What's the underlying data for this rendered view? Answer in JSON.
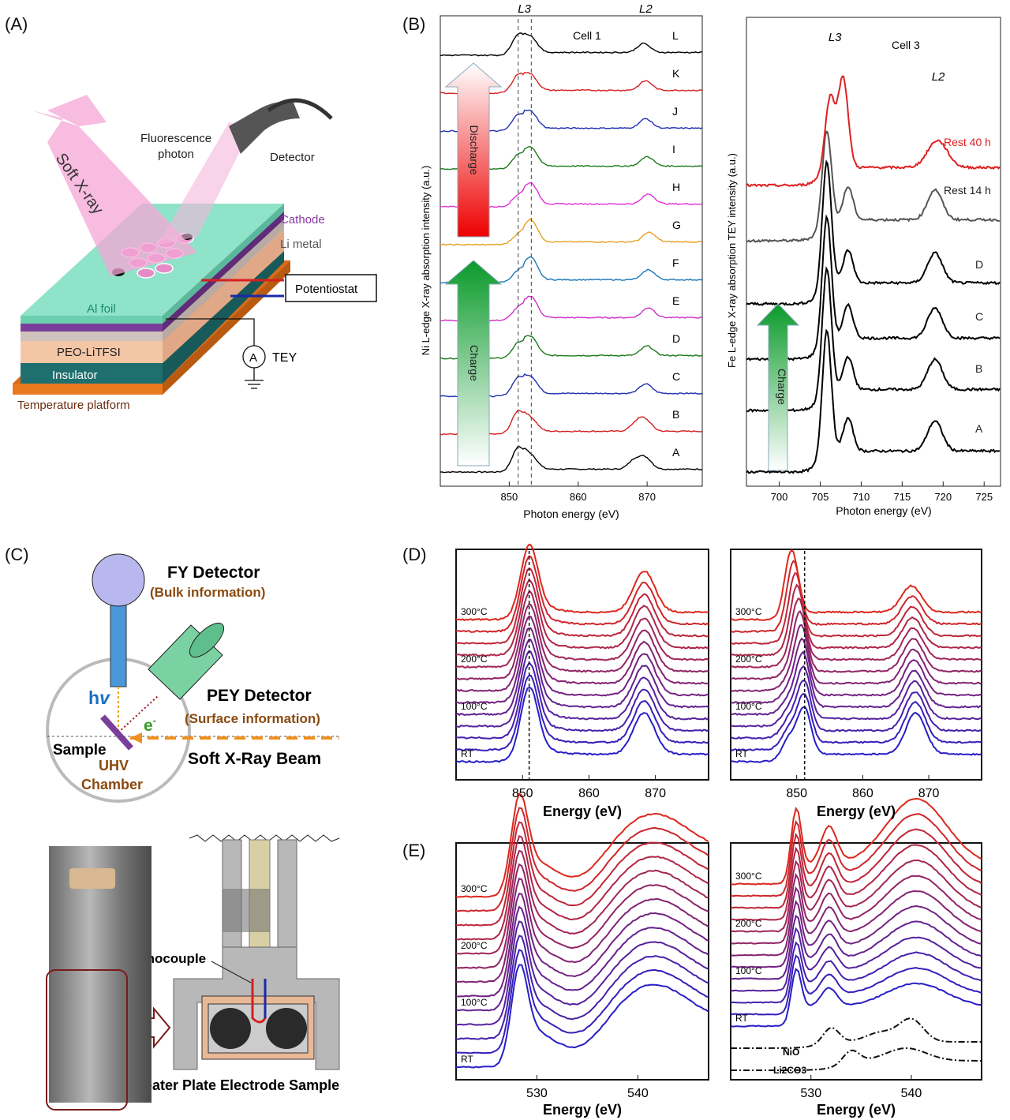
{
  "panels": {
    "a": {
      "letter": "(A)",
      "labels": {
        "soft_xray": "Soft X-ray",
        "fluorescence": "Fluorescence",
        "photon": "photon",
        "detector": "Detector",
        "cathode": "Cathode",
        "li_metal": "Li metal",
        "potentiostat": "Potentiostat",
        "al_foil": "Al foil",
        "peo": "PEO-LiTFSI",
        "tey": "TEY",
        "ammeter": "A",
        "insulator": "Insulator",
        "platform": "Temperature platform"
      },
      "colors": {
        "xray": "#f4a6d6",
        "alfoil": "#8fe3c8",
        "cathode": "#7a3f9a",
        "li": "#cfc3bd",
        "peo": "#f3c6a6",
        "insulator": "#1f6f6f",
        "platform": "#ea7a1f"
      }
    },
    "b": {
      "letter": "(B)",
      "chart_data": [
        {
          "type": "line",
          "title": "Cell 1",
          "xlabel": "Photon energy (eV)",
          "ylabel": "Ni L-edge X-ray absorption intensity (a.u.)",
          "xlim": [
            840,
            878
          ],
          "xticks": [
            "850",
            "860",
            "870"
          ],
          "peak_labels": [
            "L3",
            "L2"
          ],
          "dashed_lines_x": [
            851.3,
            853.2
          ],
          "series": [
            {
              "name": "A",
              "color": "#000000",
              "peaks": [
                [
                  851.3,
                  1.0
                ],
                [
                  853.2,
                  0.55
                ],
                [
                  868.2,
                  0.38
                ],
                [
                  869.8,
                  0.45
                ]
              ]
            },
            {
              "name": "B",
              "color": "#d42020",
              "peaks": [
                [
                  851.3,
                  0.95
                ],
                [
                  853.2,
                  0.5
                ],
                [
                  868.5,
                  0.35
                ],
                [
                  869.8,
                  0.42
                ]
              ]
            },
            {
              "name": "C",
              "color": "#2030b0",
              "peaks": [
                [
                  851.3,
                  0.75
                ],
                [
                  853.2,
                  0.65
                ],
                [
                  869.8,
                  0.4
                ]
              ]
            },
            {
              "name": "D",
              "color": "#1a7a1a",
              "peaks": [
                [
                  851.3,
                  0.6
                ],
                [
                  853.2,
                  0.75
                ],
                [
                  870.0,
                  0.4
                ]
              ]
            },
            {
              "name": "E",
              "color": "#d030c8",
              "peaks": [
                [
                  851.3,
                  0.5
                ],
                [
                  853.2,
                  0.85
                ],
                [
                  870.2,
                  0.42
                ]
              ]
            },
            {
              "name": "F",
              "color": "#1a78b8",
              "peaks": [
                [
                  851.3,
                  0.45
                ],
                [
                  853.2,
                  0.9
                ],
                [
                  870.2,
                  0.42
                ]
              ]
            },
            {
              "name": "G",
              "color": "#e8a020",
              "peaks": [
                [
                  851.3,
                  0.4
                ],
                [
                  853.2,
                  0.9
                ],
                [
                  870.3,
                  0.4
                ]
              ]
            },
            {
              "name": "H",
              "color": "#e030d8",
              "peaks": [
                [
                  851.3,
                  0.45
                ],
                [
                  853.2,
                  0.85
                ],
                [
                  870.2,
                  0.42
                ]
              ]
            },
            {
              "name": "I",
              "color": "#1a7a1a",
              "peaks": [
                [
                  851.3,
                  0.55
                ],
                [
                  853.2,
                  0.75
                ],
                [
                  870.0,
                  0.4
                ]
              ]
            },
            {
              "name": "J",
              "color": "#2030b0",
              "peaks": [
                [
                  851.3,
                  0.65
                ],
                [
                  853.2,
                  0.65
                ],
                [
                  869.8,
                  0.4
                ]
              ]
            },
            {
              "name": "K",
              "color": "#d42020",
              "peaks": [
                [
                  851.3,
                  0.75
                ],
                [
                  853.2,
                  0.6
                ],
                [
                  869.8,
                  0.4
                ]
              ]
            },
            {
              "name": "L",
              "color": "#000000",
              "peaks": [
                [
                  851.3,
                  0.85
                ],
                [
                  853.2,
                  0.6
                ],
                [
                  869.5,
                  0.38
                ]
              ]
            }
          ],
          "arrows": [
            {
              "label": "Discharge",
              "direction": "up"
            },
            {
              "label": "Charge",
              "direction": "up"
            }
          ]
        },
        {
          "type": "line",
          "title": "Cell 3",
          "xlabel": "Photon energy (eV)",
          "ylabel": "Fe L-edge X-ray absorption TEY intensity (a.u.)",
          "xlim": [
            696,
            727
          ],
          "xticks": [
            "700",
            "705",
            "710",
            "715",
            "720",
            "725"
          ],
          "peak_labels": [
            "L3",
            "L2"
          ],
          "series": [
            {
              "name": "A",
              "color": "#000000"
            },
            {
              "name": "B",
              "color": "#000000"
            },
            {
              "name": "C",
              "color": "#000000"
            },
            {
              "name": "D",
              "color": "#000000"
            },
            {
              "name": "Rest 14 h",
              "color": "#555555"
            },
            {
              "name": "Rest 40 h",
              "color": "#e02020"
            }
          ],
          "arrows": [
            {
              "label": "Charge",
              "direction": "up"
            }
          ]
        }
      ]
    },
    "c": {
      "letter": "(C)",
      "labels": {
        "fy": "FY Detector",
        "bulk": "(Bulk information)",
        "hv_h": "h",
        "hv_v": "v",
        "pey": "PEY Detector",
        "electron": "e",
        "electron_sup": "-",
        "surface": "(Surface information)",
        "sample": "Sample",
        "uhv": "UHV",
        "chamber": "Chamber",
        "beam": "Soft X-Ray Beam",
        "thermocouple": "Thermocouple",
        "bottom": "Heater Plate Electrode Sample"
      }
    },
    "d": {
      "letter": "(D)",
      "chart_data": [
        {
          "type": "line",
          "xlabel": "Energy (eV)",
          "xticks": [
            "850",
            "860",
            "870"
          ],
          "temperature_labels": [
            "300°C",
            "200°C",
            "100°C",
            "RT"
          ],
          "n_curves": 13,
          "dashed_line_x": 851
        },
        {
          "type": "line",
          "xlabel": "Energy (eV)",
          "xticks": [
            "850",
            "860",
            "870"
          ],
          "temperature_labels": [
            "300°C",
            "200°C",
            "100°C",
            "RT"
          ],
          "n_curves": 13,
          "dashed_line_x": 851
        }
      ]
    },
    "e": {
      "letter": "(E)",
      "chart_data": [
        {
          "type": "line",
          "xlabel": "Energy (eV)",
          "xticks": [
            "530",
            "540"
          ],
          "temperature_labels": [
            "300°C",
            "200°C",
            "100°C",
            "RT"
          ],
          "n_curves": 13
        },
        {
          "type": "line",
          "xlabel": "Energy (eV)",
          "xticks": [
            "530",
            "540"
          ],
          "temperature_labels": [
            "300°C",
            "200°C",
            "100°C",
            "RT"
          ],
          "references": [
            "NiO",
            "Li2CO3"
          ],
          "n_curves": 13
        }
      ]
    }
  }
}
